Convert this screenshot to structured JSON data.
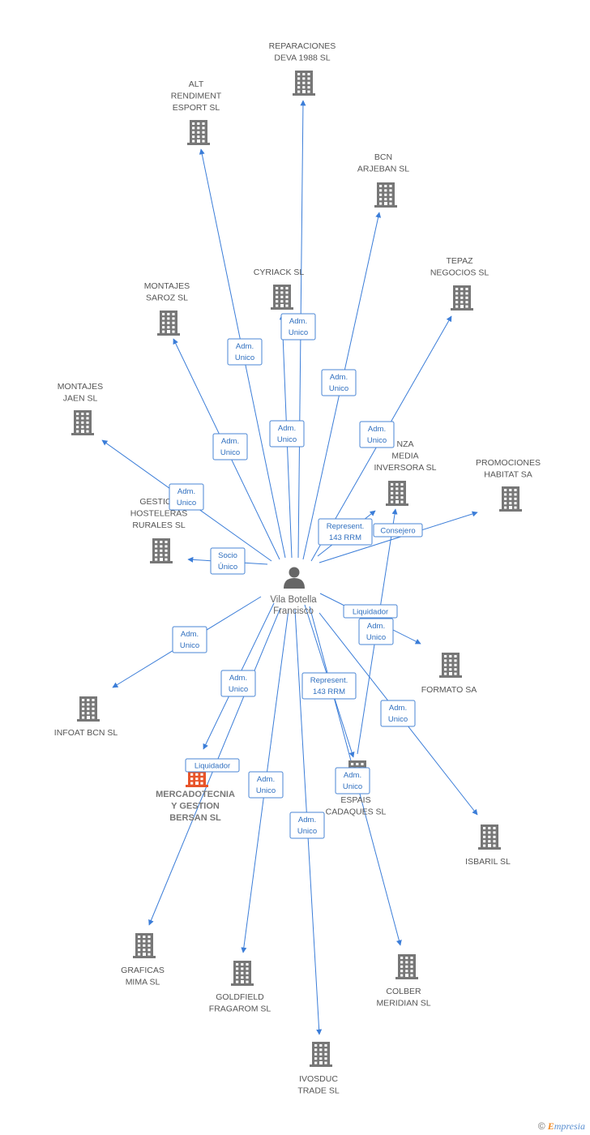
{
  "colors": {
    "edge": "#3b7dd8",
    "building": "#777777",
    "highlight": "#e8542a",
    "person": "#666666"
  },
  "center": {
    "label": [
      "Vila Botella",
      "Francisco"
    ],
    "icon": "person-icon"
  },
  "nodes": [
    {
      "id": "reparaciones",
      "label": [
        "REPARACIONES",
        "DEVA 1988 SL"
      ]
    },
    {
      "id": "alt",
      "label": [
        "ALT",
        "RENDIMENT",
        "ESPORT SL"
      ]
    },
    {
      "id": "bcn",
      "label": [
        "BCN",
        "ARJEBAN SL"
      ]
    },
    {
      "id": "cyriack",
      "label": [
        "CYRIACK SL"
      ]
    },
    {
      "id": "tepaz",
      "label": [
        "TEPAZ",
        "NEGOCIOS SL"
      ]
    },
    {
      "id": "montajes-saroz",
      "label": [
        "MONTAJES",
        "SAROZ SL"
      ]
    },
    {
      "id": "montajes-jaen",
      "label": [
        "MONTAJES",
        "JAEN SL"
      ]
    },
    {
      "id": "alianza",
      "label": [
        "NZA",
        "MEDIA",
        "INVERSORA SL"
      ]
    },
    {
      "id": "promociones",
      "label": [
        "PROMOCIONES",
        "HABITAT SA"
      ]
    },
    {
      "id": "gestiones",
      "label": [
        "GESTION",
        "HOSTELERAS",
        "RURALES SL"
      ]
    },
    {
      "id": "formato",
      "label": [
        "FORMATO SA"
      ]
    },
    {
      "id": "infoat",
      "label": [
        "INFOAT BCN SL"
      ]
    },
    {
      "id": "mercadotecnia",
      "label": [
        "MERCADOTECNIA",
        "Y GESTION",
        "BERSAN SL"
      ],
      "highlight": true
    },
    {
      "id": "espais",
      "label": [
        "ESPAIS",
        "CADAQUES SL"
      ]
    },
    {
      "id": "isbaril",
      "label": [
        "ISBARIL SL"
      ]
    },
    {
      "id": "graficas",
      "label": [
        "GRAFICAS",
        "MIMA SL"
      ]
    },
    {
      "id": "goldfield",
      "label": [
        "GOLDFIELD",
        "FRAGAROM SL"
      ]
    },
    {
      "id": "colber",
      "label": [
        "COLBER",
        "MERIDIAN  SL"
      ]
    },
    {
      "id": "ivosduc",
      "label": [
        "IVOSDUC",
        "TRADE SL"
      ]
    }
  ],
  "edge_labels": [
    {
      "id": "e-reparaciones",
      "text": [
        "Adm.",
        "Unico"
      ]
    },
    {
      "id": "e-alt",
      "text": [
        "Adm.",
        "Unico"
      ]
    },
    {
      "id": "e-bcn",
      "text": [
        "Adm.",
        "Unico"
      ]
    },
    {
      "id": "e-cyriack",
      "text": [
        "Adm.",
        "Unico"
      ]
    },
    {
      "id": "e-tepaz",
      "text": [
        "Adm.",
        "Unico"
      ]
    },
    {
      "id": "e-montajes-saroz",
      "text": [
        "Adm.",
        "Unico"
      ]
    },
    {
      "id": "e-montajes-jaen",
      "text": [
        "Adm.",
        "Unico"
      ]
    },
    {
      "id": "e-alianza",
      "text": [
        "Represent.",
        "143 RRM"
      ]
    },
    {
      "id": "e-promociones",
      "text": [
        "Consejero"
      ]
    },
    {
      "id": "e-gestiones",
      "text": [
        "Socio",
        "Único"
      ]
    },
    {
      "id": "e-formato",
      "text": [
        "Liquidador"
      ]
    },
    {
      "id": "e-alianza2",
      "text": [
        "Adm.",
        "Unico"
      ]
    },
    {
      "id": "e-infoat",
      "text": [
        "Adm.",
        "Unico"
      ]
    },
    {
      "id": "e-mercadotecnia",
      "text": [
        "Adm.",
        "Unico"
      ]
    },
    {
      "id": "e-espais",
      "text": [
        "Represent.",
        "143 RRM"
      ]
    },
    {
      "id": "e-isbaril",
      "text": [
        "Adm.",
        "Unico"
      ]
    },
    {
      "id": "e-graficas",
      "text": [
        "Liquidador"
      ]
    },
    {
      "id": "e-goldfield",
      "text": [
        "Adm.",
        "Unico"
      ]
    },
    {
      "id": "e-espais2",
      "text": [
        "Adm.",
        "Unico"
      ]
    },
    {
      "id": "e-ivosduc",
      "text": [
        "Adm.",
        "Unico"
      ]
    }
  ],
  "brand": {
    "copyright": "©",
    "name": "mpresia",
    "initial": "E"
  }
}
